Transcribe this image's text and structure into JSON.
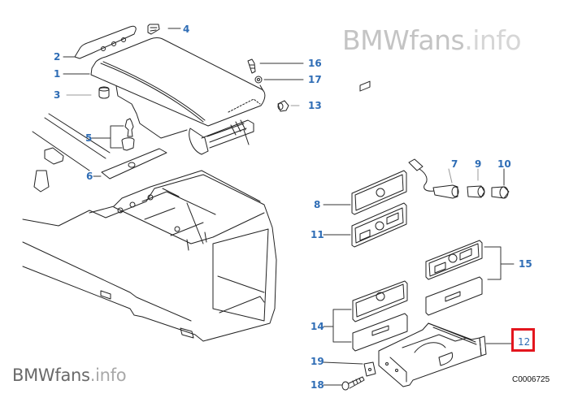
{
  "watermark": {
    "brand": "BMWfans",
    "suffix": ".info"
  },
  "diagram_id": "C0006725",
  "highlighted_part": "12",
  "colors": {
    "callout": "#2f6db5",
    "highlight": "#e3161e",
    "line": "#222222"
  },
  "callouts": [
    {
      "id": "1",
      "part": "armrest"
    },
    {
      "id": "2",
      "part": "trim-strip"
    },
    {
      "id": "3",
      "part": "rubber-buffer"
    },
    {
      "id": "4",
      "part": "clip"
    },
    {
      "id": "5",
      "part": "expanding-rivet-set"
    },
    {
      "id": "6",
      "part": "cover-plate"
    },
    {
      "id": "7",
      "part": "cigarette-lighter-socket"
    },
    {
      "id": "8",
      "part": "blank-panel"
    },
    {
      "id": "9",
      "part": "lighter-insert"
    },
    {
      "id": "10",
      "part": "lighter-element"
    },
    {
      "id": "11",
      "part": "switch-panel"
    },
    {
      "id": "12",
      "part": "ashtray-insert"
    },
    {
      "id": "13",
      "part": "buffer"
    },
    {
      "id": "14",
      "part": "panel-set"
    },
    {
      "id": "15",
      "part": "panel-set"
    },
    {
      "id": "16",
      "part": "screw"
    },
    {
      "id": "17",
      "part": "washer"
    },
    {
      "id": "18",
      "part": "screw"
    },
    {
      "id": "19",
      "part": "nut-clip"
    }
  ]
}
